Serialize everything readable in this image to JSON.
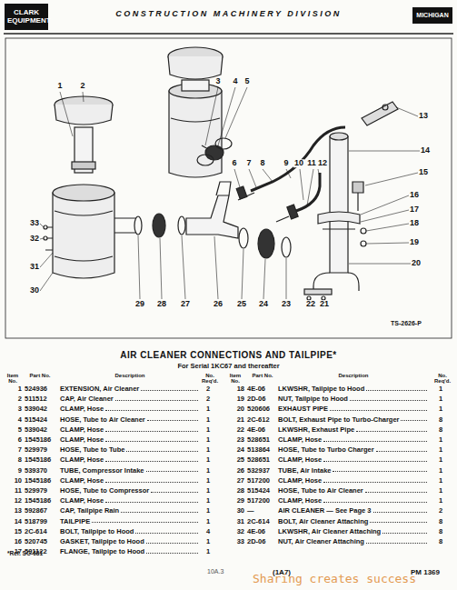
{
  "diagram": {
    "title": "AIR CLEANER CONNECTIONS AND TAILPIPE*",
    "nodes": [
      {
        "text": [
          "CLARK EQUIPMENT"
        ]
      },
      {
        "text": [
          "MICHIGAN"
        ]
      }
    ],
    "edges": [],
    "labels": [
      "CONSTRUCTION MACHINERY DIVISION",
      "1",
      "2",
      "3",
      "4",
      "5",
      "6",
      "7",
      "8",
      "9",
      "10",
      "11",
      "12",
      "13",
      "14",
      "15",
      "16",
      "17",
      "18",
      "19",
      "20",
      "21",
      "22",
      "23",
      "24",
      "25",
      "26",
      "27",
      "28",
      "29",
      "30",
      "31",
      "32",
      "33",
      "TS-2626-P",
      "For Serial 1KC67 and thereafter",
      "Item No.",
      "Part No.",
      "Description",
      "No. Req'd.",
      "Item No.",
      "Part No.",
      "Description",
      "No. Req'd.",
      "1",
      "524936",
      "EXTENSION, Air Cleaner",
      "2",
      "2",
      "511512",
      "CAP, Air Cleaner",
      "2",
      "3",
      "539042",
      "CLAMP, Hose",
      "1",
      "4",
      "515424",
      "HOSE, Tube to Air Cleaner",
      "1",
      "5",
      "539042",
      "CLAMP, Hose",
      "1",
      "6",
      "1545186",
      "CLAMP, Hose",
      "1",
      "7",
      "529979",
      "HOSE, Tube to Tube",
      "1",
      "8",
      "1545186",
      "CLAMP, Hose",
      "1",
      "9",
      "539370",
      "TUBE, Compressor Intake",
      "1",
      "10",
      "1545186",
      "CLAMP, Hose",
      "1",
      "11",
      "529979",
      "HOSE, Tube to Compressor",
      "1",
      "12",
      "1545186",
      "CLAMP, Hose",
      "1",
      "13",
      "592867",
      "CAP, Tailpipe Rain",
      "1",
      "14",
      "518799",
      "TAILPIPE",
      "1",
      "15",
      "2C-614",
      "BOLT, Tailpipe to Hood",
      "4",
      "16",
      "520745",
      "GASKET, Tailpipe to Hood",
      "1",
      "17",
      "591122",
      "FLANGE, Tailpipe to Hood",
      "1",
      "18",
      "4E-06",
      "LKWSHR, Tailpipe to Hood",
      "1",
      "19",
      "2D-06",
      "NUT, Tailpipe to Hood",
      "1",
      "20",
      "520606",
      "EXHAUST PIPE",
      "1",
      "21",
      "2C-612",
      "BOLT, Exhaust Pipe to Turbo-Charger",
      "8",
      "22",
      "4E-06",
      "LKWSHR, Exhaust Pipe",
      "8",
      "23",
      "528651",
      "CLAMP, Hose",
      "1",
      "24",
      "513864",
      "HOSE, Tube to Turbo Charger",
      "1",
      "25",
      "528651",
      "CLAMP, Hose",
      "1",
      "26",
      "532937",
      "TUBE, Air Intake",
      "1",
      "27",
      "517200",
      "CLAMP, Hose",
      "1",
      "28",
      "515424",
      "HOSE, Tube to Air Cleaner",
      "1",
      "29",
      "517200",
      "CLAMP, Hose",
      "1",
      "30",
      "—",
      "AIR CLEANER — See Page 3",
      "2",
      "31",
      "2C-614",
      "BOLT, Air Cleaner Attaching",
      "8",
      "32",
      "4E-06",
      "LKWSHR, Air Cleaner Attaching",
      "8",
      "33",
      "2D-06",
      "NUT, Air Cleaner Attaching",
      "8",
      "*Ref. SG-681",
      "10A.3",
      "(1A7)",
      "PM 1369",
      "Sharing creates success"
    ]
  }
}
